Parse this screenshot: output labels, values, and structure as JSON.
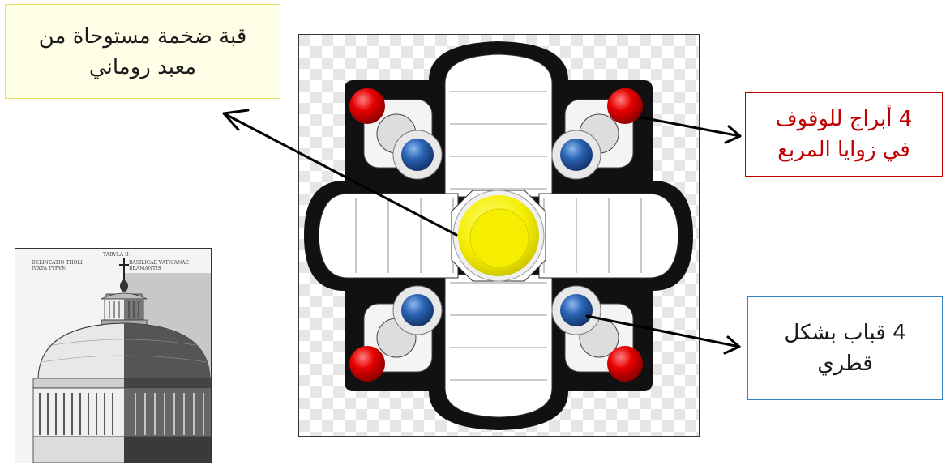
{
  "callouts": {
    "dome": {
      "line1": "قبة ضخمة مستوحاة من",
      "line2": "معبد روماني"
    },
    "towers": {
      "line1": "4 أبراج للوقوف",
      "line2": "في زوايا المربع"
    },
    "domes": {
      "line1": "4 قباب بشكل",
      "line2": "قطري"
    }
  },
  "engraving": {
    "caption_top": "TABVLA II",
    "caption_left": "DELINEATIO THOLI IVXTA TYPVM",
    "caption_right": "BASILICAE VATICANAE BRAMANTIS"
  },
  "colors": {
    "tower": "#e60000",
    "small_dome": "#2a64b4",
    "main_dome": "#f5ee00",
    "towers_text": "#c00000",
    "domes_border": "#3a7fc0",
    "dome_border": "#e8e060"
  },
  "icons": {
    "corner_tower": "red-sphere",
    "diagonal_dome": "blue-sphere",
    "central_dome": "yellow-disc"
  }
}
